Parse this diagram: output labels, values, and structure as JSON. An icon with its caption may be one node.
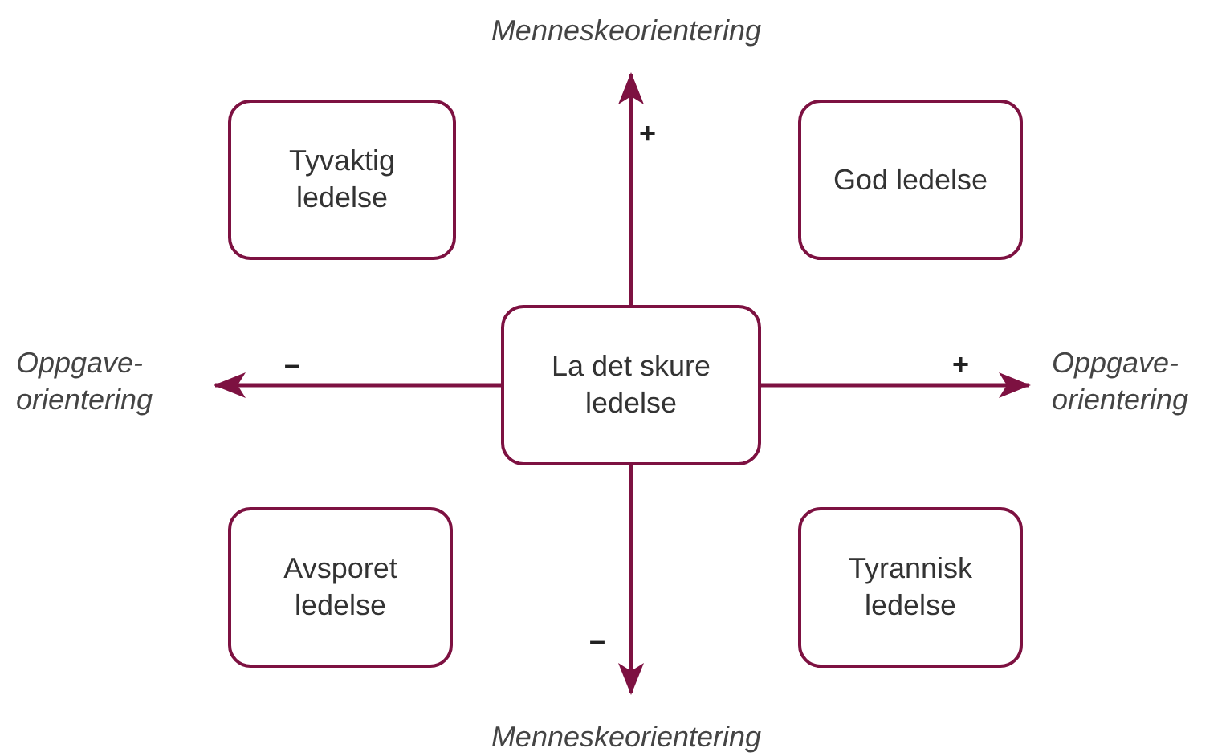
{
  "diagram": {
    "nodes": [
      {
        "text": [
          "Menneskeorientering"
        ]
      },
      {
        "text": [
          "Tyvaktig ledelse"
        ]
      },
      {
        "text": [
          "God ledelse"
        ]
      },
      {
        "text": [
          "Oppgave- orientering"
        ]
      },
      {
        "text": [
          "La det skure ledelse"
        ]
      },
      {
        "text": [
          "Oppgave- orientering"
        ]
      },
      {
        "text": [
          "Avsporet ledelse"
        ]
      },
      {
        "text": [
          "Tyrannisk ledelse"
        ]
      },
      {
        "text": [
          "Menneskeorientering"
        ]
      }
    ],
    "edges": [
      {
        "from": 4,
        "to": 0,
        "arrow": "to",
        "label": "+"
      },
      {
        "from": 4,
        "to": 3,
        "arrow": "to",
        "label": "–"
      },
      {
        "from": 4,
        "to": 5,
        "arrow": "to",
        "label": "+"
      },
      {
        "from": 4,
        "to": 8,
        "arrow": "to",
        "label": "–"
      }
    ]
  }
}
